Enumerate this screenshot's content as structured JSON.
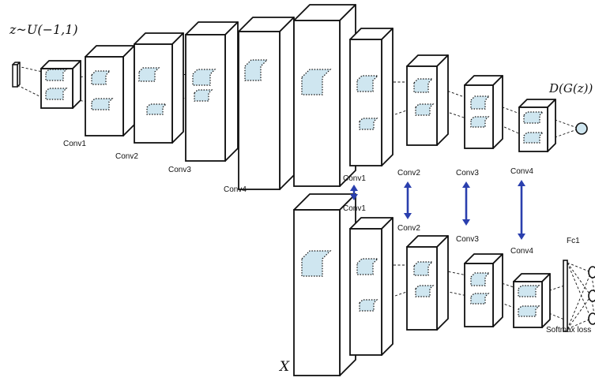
{
  "math": {
    "noise": "z~U(−1,1)",
    "output": "D(G(z))",
    "input": "X"
  },
  "labels": {
    "top": [
      "Conv1",
      "Conv2",
      "Conv3",
      "Conv4"
    ],
    "mid_top": [
      "Conv1",
      "Conv2",
      "Conv3",
      "Conv4"
    ],
    "mid_bottom": [
      "Conv1",
      "Conv2",
      "Conv3",
      "Conv4"
    ],
    "fc": "Fc1",
    "loss": "Softmax loss"
  },
  "colors": {
    "stroke": "#111111",
    "patch_fill": "#cfe6f0",
    "arrow": "#2a3fae",
    "background": "#ffffff"
  }
}
